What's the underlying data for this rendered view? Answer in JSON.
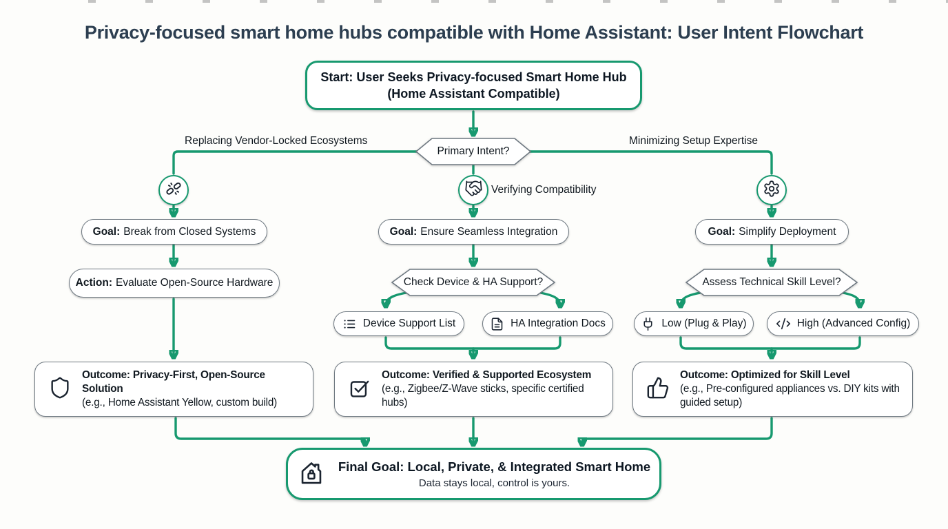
{
  "colors": {
    "accent": "#17996f",
    "title_text": "#2c3e50",
    "node_border_gray": "#6e7881",
    "node_text": "#10181f"
  },
  "title": "Privacy-focused smart home hubs compatible with Home Assistant: User Intent Flowchart",
  "start": {
    "line1": "Start: User Seeks Privacy-focused Smart Home Hub",
    "line2": "(Home Assistant Compatible)"
  },
  "primary_intent": {
    "label": "Primary Intent?"
  },
  "branches": {
    "left_label": "Replacing Vendor-Locked Ecosystems",
    "middle_label": "Verifying Compatibility",
    "right_label": "Minimizing Setup Expertise",
    "left_icon": "broken-link-icon",
    "middle_icon": "handshake-icon",
    "right_icon": "gear-icon"
  },
  "goals": [
    {
      "prefix": "Goal:",
      "text": "Break from Closed Systems"
    },
    {
      "prefix": "Goal:",
      "text": "Ensure Seamless Integration"
    },
    {
      "prefix": "Goal:",
      "text": "Simplify Deployment"
    }
  ],
  "action": {
    "prefix": "Action:",
    "text": "Evaluate Open-Source Hardware"
  },
  "decisions": {
    "middle": "Check Device & HA Support?",
    "right": "Assess Technical Skill Level?"
  },
  "resources": [
    {
      "icon": "list-icon",
      "label": "Device Support List"
    },
    {
      "icon": "document-icon",
      "label": "HA Integration Docs"
    },
    {
      "icon": "plug-icon",
      "label": "Low (Plug & Play)"
    },
    {
      "icon": "code-icon",
      "label": "High (Advanced Config)"
    }
  ],
  "outcomes": [
    {
      "icon": "shield-icon",
      "title": "Outcome: Privacy-First, Open-Source Solution",
      "subtitle": "(e.g., Home Assistant Yellow, custom build)"
    },
    {
      "icon": "checkbox-icon",
      "title": "Outcome: Verified & Supported Ecosystem",
      "subtitle": "(e.g., Zigbee/Z-Wave sticks, specific certified hubs)"
    },
    {
      "icon": "thumbs-up-icon",
      "title": "Outcome: Optimized for Skill Level",
      "subtitle": "(e.g., Pre-configured appliances vs. DIY kits with guided setup)"
    }
  ],
  "final": {
    "icon": "house-lock-icon",
    "title": "Final Goal: Local, Private, & Integrated Smart Home",
    "subtitle": "Data stays local, control is yours."
  }
}
